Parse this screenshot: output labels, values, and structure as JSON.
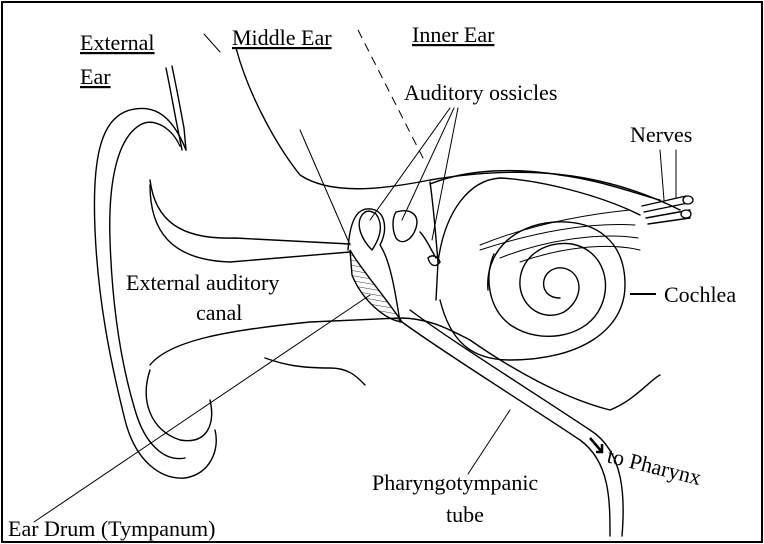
{
  "diagram": {
    "region_labels": {
      "external_line1": "External",
      "external_line2": "Ear",
      "middle": "Middle Ear",
      "inner": "Inner Ear"
    },
    "parts": {
      "ossicles": "Auditory ossicles",
      "nerves": "Nerves",
      "canal_line1": "External auditory",
      "canal_line2": "canal",
      "cochlea": "Cochlea",
      "tube_line1": "Pharyngotympanic",
      "tube_line2": "tube",
      "pharynx": "to Pharynx",
      "eardrum": "Ear Drum (Tympanum)"
    }
  }
}
